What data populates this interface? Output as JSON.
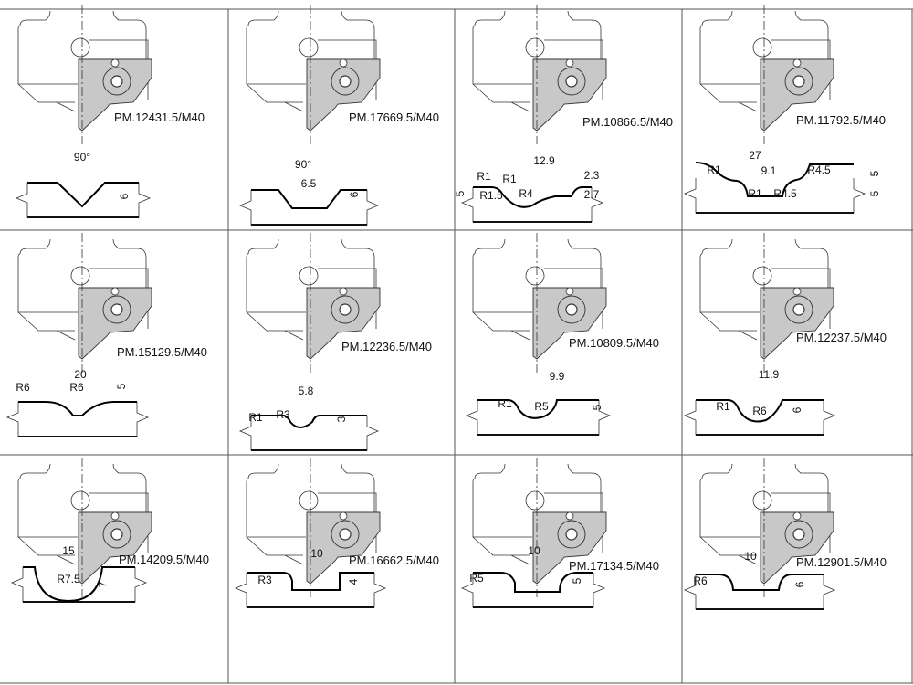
{
  "cells": [
    {
      "code": "PM.12431.5/M40",
      "dims": [
        "90°",
        "6"
      ]
    },
    {
      "code": "PM.17669.5/M40",
      "dims": [
        "90°",
        "6.5",
        "6"
      ]
    },
    {
      "code": "PM.10866.5/M40",
      "dims": [
        "12.9",
        "R1",
        "R1",
        "2.3",
        "5",
        "R1.5",
        "R4",
        "2.7"
      ]
    },
    {
      "code": "PM.11792.5/M40",
      "dims": [
        "27",
        "R1",
        "9.1",
        "R4.5",
        "R1",
        "R4.5",
        "5",
        "5"
      ]
    },
    {
      "code": "PM.15129.5/M40",
      "dims": [
        "20",
        "R6",
        "R6",
        "5"
      ]
    },
    {
      "code": "PM.12236.5/M40",
      "dims": [
        "5.8",
        "R1",
        "R3",
        "3"
      ]
    },
    {
      "code": "PM.10809.5/M40",
      "dims": [
        "9.9",
        "R1",
        "R5",
        "5"
      ]
    },
    {
      "code": "PM.12237.5/M40",
      "dims": [
        "11.9",
        "R1",
        "R6",
        "6"
      ]
    },
    {
      "code": "PM.14209.5/M40",
      "dims": [
        "15",
        "R7.5",
        "7"
      ]
    },
    {
      "code": "PM.16662.5/M40",
      "dims": [
        "10",
        "R3",
        "4"
      ]
    },
    {
      "code": "PM.17134.5/M40",
      "dims": [
        "10",
        "R5",
        "5"
      ]
    },
    {
      "code": "PM.12901.5/M40",
      "dims": [
        "10",
        "R6",
        "6"
      ]
    }
  ],
  "colors": {
    "insert": "#c8c8c8",
    "line": "#222222"
  }
}
